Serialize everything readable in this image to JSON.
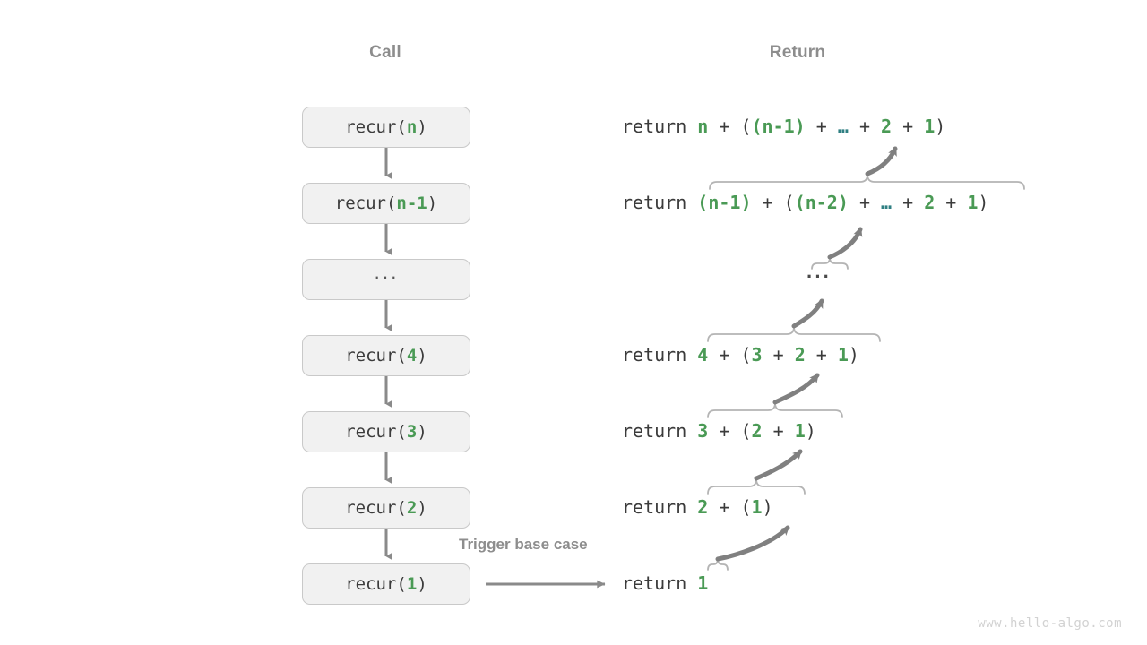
{
  "headers": {
    "call": "Call",
    "return": "Return"
  },
  "colors": {
    "green": "#4a9a55",
    "teal": "#2f7f82",
    "text": "#3b3b3b",
    "gray": "#8d8d8d",
    "box_fill": "#f1f1f1",
    "box_border": "#c9c9c9",
    "arrow": "#808080",
    "brace": "#b4b4b4",
    "watermark": "#d2d2d2"
  },
  "call_stack": [
    {
      "prefix": "recur(",
      "arg": "n",
      "suffix": ")",
      "ellipsis": false
    },
    {
      "prefix": "recur(",
      "arg": "n-1",
      "suffix": ")",
      "ellipsis": false
    },
    {
      "prefix": "",
      "arg": "",
      "suffix": "",
      "ellipsis": true,
      "dots": "···"
    },
    {
      "prefix": "recur(",
      "arg": "4",
      "suffix": ")",
      "ellipsis": false
    },
    {
      "prefix": "recur(",
      "arg": "3",
      "suffix": ")",
      "ellipsis": false
    },
    {
      "prefix": "recur(",
      "arg": "2",
      "suffix": ")",
      "ellipsis": false
    },
    {
      "prefix": "recur(",
      "arg": "1",
      "suffix": ")",
      "ellipsis": false
    }
  ],
  "returns": [
    {
      "keyword": "return ",
      "tokens": [
        {
          "t": "n",
          "c": "g"
        },
        {
          "t": " + (",
          "c": "p"
        },
        {
          "t": "(n-1)",
          "c": "g"
        },
        {
          "t": " + ",
          "c": "p"
        },
        {
          "t": "…",
          "c": "dots"
        },
        {
          "t": " + ",
          "c": "p"
        },
        {
          "t": "2",
          "c": "g"
        },
        {
          "t": " + ",
          "c": "p"
        },
        {
          "t": "1",
          "c": "g"
        },
        {
          "t": ")",
          "c": "p"
        }
      ],
      "plain": "return n + ((n-1) + … + 2 + 1)"
    },
    {
      "keyword": "return ",
      "tokens": [
        {
          "t": "(n-1)",
          "c": "g"
        },
        {
          "t": " + (",
          "c": "p"
        },
        {
          "t": "(n-2)",
          "c": "g"
        },
        {
          "t": " + ",
          "c": "p"
        },
        {
          "t": "…",
          "c": "dots"
        },
        {
          "t": " + ",
          "c": "p"
        },
        {
          "t": "2",
          "c": "g"
        },
        {
          "t": " + ",
          "c": "p"
        },
        {
          "t": "1",
          "c": "g"
        },
        {
          "t": ")",
          "c": "p"
        }
      ],
      "plain": "return (n-1) + ((n-2) + … + 2 + 1)"
    },
    {
      "keyword": "return ",
      "tokens": [
        {
          "t": "4",
          "c": "g"
        },
        {
          "t": " + (",
          "c": "p"
        },
        {
          "t": "3",
          "c": "g"
        },
        {
          "t": " + ",
          "c": "p"
        },
        {
          "t": "2",
          "c": "g"
        },
        {
          "t": " + ",
          "c": "p"
        },
        {
          "t": "1",
          "c": "g"
        },
        {
          "t": ")",
          "c": "p"
        }
      ],
      "plain": "return 4 + (3 + 2 + 1)"
    },
    {
      "keyword": "return ",
      "tokens": [
        {
          "t": "3",
          "c": "g"
        },
        {
          "t": " + (",
          "c": "p"
        },
        {
          "t": "2",
          "c": "g"
        },
        {
          "t": " + ",
          "c": "p"
        },
        {
          "t": "1",
          "c": "g"
        },
        {
          "t": ")",
          "c": "p"
        }
      ],
      "plain": "return 3 + (2 + 1)"
    },
    {
      "keyword": "return ",
      "tokens": [
        {
          "t": "2",
          "c": "g"
        },
        {
          "t": " + (",
          "c": "p"
        },
        {
          "t": "1",
          "c": "g"
        },
        {
          "t": ")",
          "c": "p"
        }
      ],
      "plain": "return 2 + (1)"
    },
    {
      "keyword": "return ",
      "tokens": [
        {
          "t": "1",
          "c": "g"
        }
      ],
      "plain": "return 1"
    }
  ],
  "return_middle_dots": "···",
  "trigger_label": "Trigger base case",
  "watermark": "www.hello-algo.com"
}
